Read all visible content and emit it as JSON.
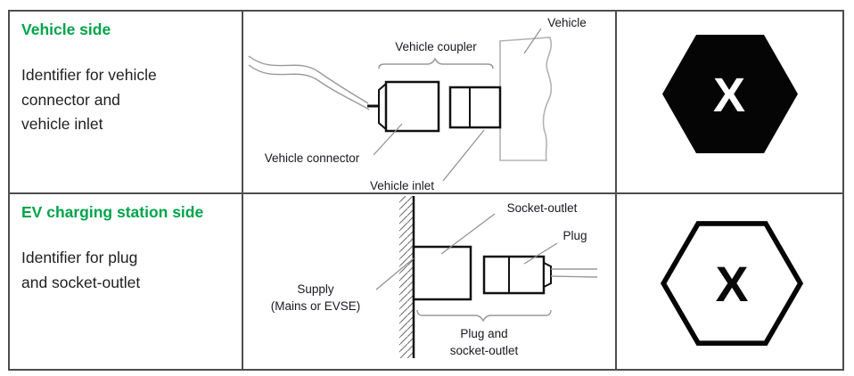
{
  "colors": {
    "heading_green": "#00a44a",
    "body_text": "#1f1f1f",
    "diagram_label": "#18181f",
    "table_border": "#4d4d4d",
    "symbol_black": "#050505",
    "leader_gray": "#8f8f8f",
    "vehicle_outline_gray": "#b3b3b3"
  },
  "rows": [
    {
      "heading": "Vehicle side",
      "lines": [
        "Identifier for vehicle",
        "connector and",
        "vehicle inlet"
      ],
      "labels": {
        "vehicle": "Vehicle",
        "coupler": "Vehicle coupler",
        "connector": "Vehicle connector",
        "inlet": "Vehicle inlet"
      },
      "symbol": {
        "letter": "X",
        "variant": "filled-hexagon"
      }
    },
    {
      "heading": "EV charging station side",
      "lines": [
        "Identifier for plug",
        "and socket-outlet"
      ],
      "labels": {
        "socket_outlet": "Socket-outlet",
        "plug": "Plug",
        "supply_1": "Supply",
        "supply_2": "(Mains or EVSE)",
        "group_1": "Plug and",
        "group_2": "socket-outlet"
      },
      "symbol": {
        "letter": "X",
        "variant": "outline-hexagon"
      }
    }
  ]
}
